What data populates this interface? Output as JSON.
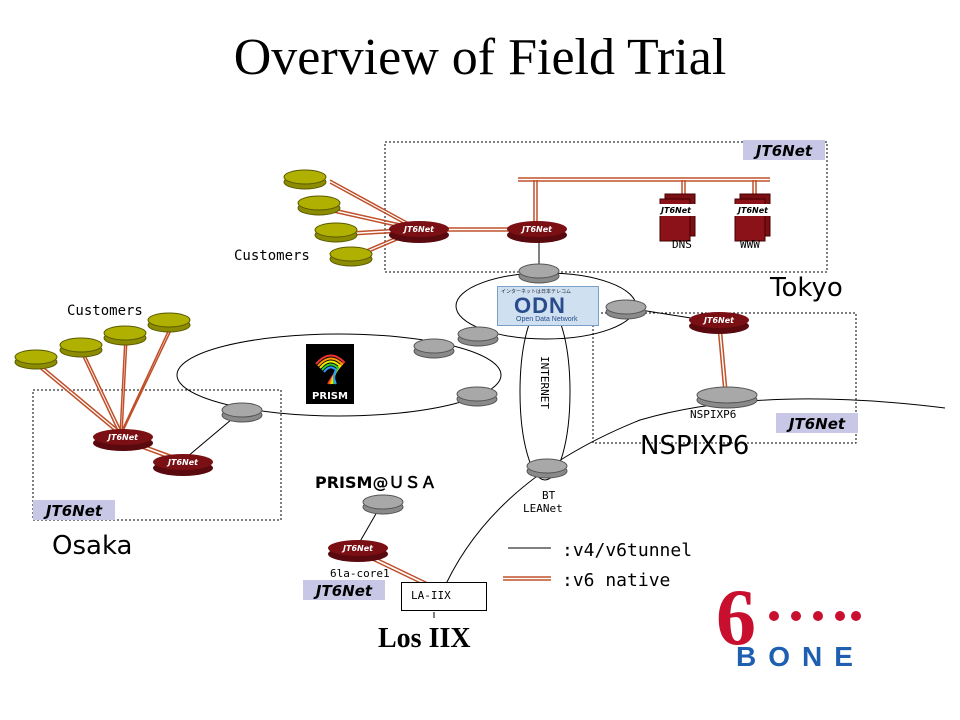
{
  "title": "Overview of Field Trial",
  "regions": {
    "tokyo": "Tokyo",
    "osaka": "Osaka",
    "nspixp6": "NSPIXP6",
    "los_iix": "Los IIX"
  },
  "labels": {
    "customers_tokyo": "Customers",
    "customers_osaka": "Customers",
    "dns": "DNS",
    "www": "WWW",
    "nspixp6_small": "NSPIXP6",
    "internet": "INTERNET",
    "bt_leanet_1": "BT",
    "bt_leanet_2": "LEANet",
    "prism_usa": "PRISM@ＵＳＡ",
    "core": "6la-core1",
    "la_iix": "LA-IIX"
  },
  "logos": {
    "jt6net": "JT6Net",
    "odn_top": "インターネットは日本テレコム",
    "odn": "ODN",
    "odn_sub": "Open Data Network",
    "prism": "PRISM",
    "sixbone_digit": "6",
    "sixbone_word": "BONE"
  },
  "legend": {
    "tunnel": ":v4/v6tunnel",
    "native": ":v6 native"
  },
  "colors": {
    "native_link": "#c0502a",
    "router": "#7a0f14",
    "gray_router": "#888888",
    "customer": "#8c8c00",
    "sixbone_red": "#c8102e",
    "sixbone_blue": "#1f5fb0"
  }
}
